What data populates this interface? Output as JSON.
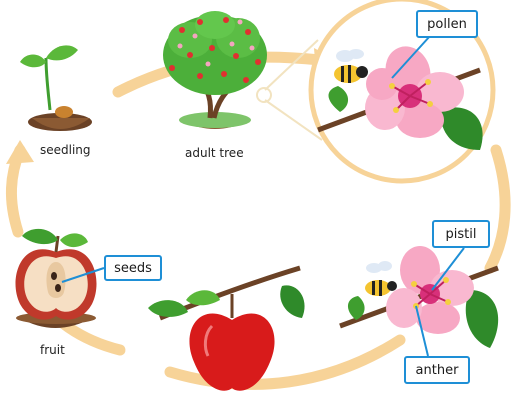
{
  "labels": {
    "seedling": "seedling",
    "adult_tree": "adult tree",
    "fruit": "fruit"
  },
  "callouts": {
    "pollen": "pollen",
    "seeds": "seeds",
    "pistil": "pistil",
    "anther": "anther"
  },
  "colors": {
    "cycle_arrow": "#f7d398",
    "callout_border": "#1e8fd6",
    "apple_red": "#d81b1b",
    "petal_pink": "#f7a8c4",
    "leaf_green": "#3f9e2f",
    "soil_brown": "#6b4226"
  }
}
